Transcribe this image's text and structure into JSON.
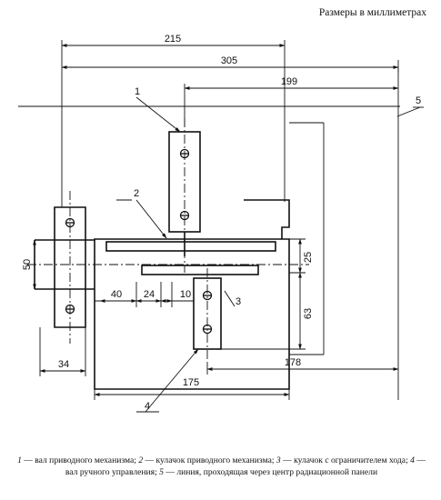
{
  "header": {
    "units_note": "Размеры в миллиметрах"
  },
  "drawing": {
    "dimensions": {
      "d215": "215",
      "d305": "305",
      "d199": "199",
      "d50": "50",
      "d25": "25",
      "d63": "63",
      "d40": "40",
      "d24": "24",
      "d10": "10",
      "d34": "34",
      "d178": "178",
      "d175": "175"
    },
    "callouts": {
      "c1": "1",
      "c2": "2",
      "c3": "3",
      "c4": "4",
      "c5": "5"
    }
  },
  "caption": {
    "n1": "1",
    "t1": " — вал приводного механизма; ",
    "n2": "2",
    "t2": " — кулачок приводного механизма; ",
    "n3": "3",
    "t3": " — кулачок с ограничителем хода; ",
    "n4": "4",
    "t4": " — вал ручного управления; ",
    "n5": "5",
    "t5": " — линия, проходящая через центр радиационной панели"
  }
}
